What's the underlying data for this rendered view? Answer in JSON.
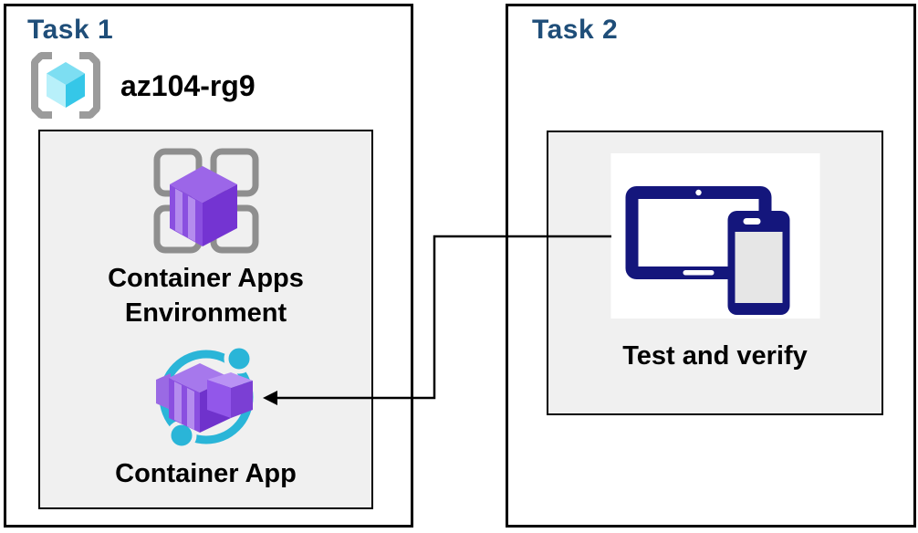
{
  "task1": {
    "title": "Task 1",
    "resource_group_name": "az104-rg9",
    "environment_label": {
      "line1": "Container Apps",
      "line2": "Environment"
    },
    "container_app_label": "Container App"
  },
  "task2": {
    "title": "Task 2",
    "verify_label": "Test and verify"
  },
  "icons": {
    "resource_group": "resource-group-icon",
    "environment": "container-apps-environment-icon",
    "container_app": "container-app-icon",
    "devices": "tablet-phone-icon",
    "connector": "left-arrow-connector"
  },
  "colors": {
    "task_title": "#1f4e79",
    "box_border": "#000000",
    "inner_panel_bg": "#f0f0f0",
    "text": "#000000",
    "bracket_gray": "#9b9b9b",
    "frame_gray": "#8e8e8e",
    "cyan_ring": "#2ab5d8",
    "cube_cyan_top": "#7ddef2",
    "cube_cyan_left": "#b8f0fa",
    "cube_cyan_right": "#35c7e8",
    "purple_top": "#9c66e8",
    "purple_front": "#8a4fe0",
    "purple_right": "#7434d2",
    "purple_stripe": "#b48cee",
    "device_navy": "#14167c",
    "phone_screen": "#e6e6e6",
    "connector_line": "#000000"
  }
}
